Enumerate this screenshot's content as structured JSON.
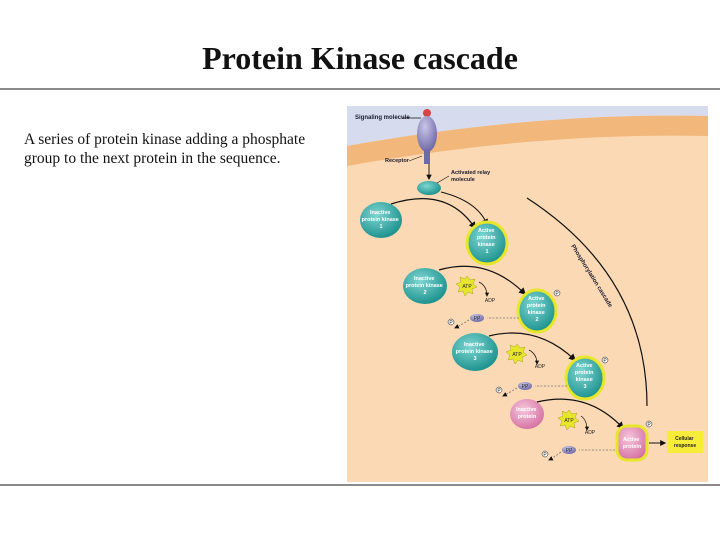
{
  "slide": {
    "title": "Protein Kinase cascade",
    "description": "A series of protein kinase adding a phosphate group to the next protein in the sequence."
  },
  "figure": {
    "signaling_molecule": "Signaling molecule",
    "receptor": "Receptor",
    "activated_relay": [
      "Activated relay",
      "molecule"
    ],
    "inactive_kinase_1": [
      "Inactive",
      "protein kinase",
      "1"
    ],
    "active_kinase_1": [
      "Active",
      "protein",
      "kinase",
      "1"
    ],
    "inactive_kinase_2": [
      "Inactive",
      "protein kinase",
      "2"
    ],
    "active_kinase_2": [
      "Active",
      "protein",
      "kinase",
      "2"
    ],
    "inactive_kinase_3": [
      "Inactive",
      "protein kinase",
      "3"
    ],
    "active_kinase_3": [
      "Active",
      "protein",
      "kinase",
      "3"
    ],
    "inactive_protein": [
      "Inactive",
      "protein"
    ],
    "active_protein": [
      "Active",
      "protein"
    ],
    "cellular_response": [
      "Cellular",
      "response"
    ],
    "atp": "ATP",
    "adp": "ADP",
    "pp": "PP",
    "p": "P",
    "cascade_label": "Phosphorylation cascade",
    "colors": {
      "membrane": "#f2b77a",
      "cytoplasm": "#fbd9b4",
      "outside": "#d6dcee",
      "kinase": "#2aa7a3",
      "inactive_protein": "#e58fb8",
      "active_ring": "#e8e62a"
    }
  }
}
